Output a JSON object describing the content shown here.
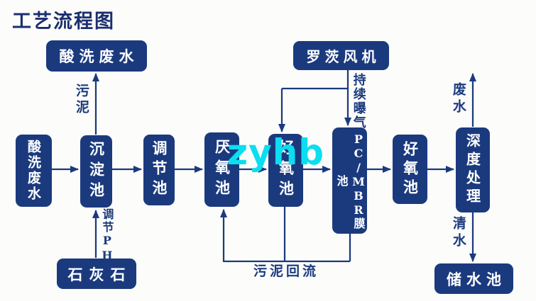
{
  "title": "工艺流程图",
  "watermark": "zyhb",
  "nodes": {
    "acid_wash_top": "酸洗废水",
    "roots_blower": "罗茨风机",
    "acid_wash_left": "酸洗废水",
    "sedimentation": "沉淀池",
    "regulating": "调节池",
    "anaerobic": "厌氧池",
    "aerobic1": "好氧池",
    "pc_mbr": "PC/MBR膜池",
    "aerobic2": "好氧池",
    "advanced_treatment": "深度处理",
    "limestone": "石灰石",
    "storage": "储水池"
  },
  "flow_labels": {
    "sludge": "污泥",
    "adjust_ph": "调节PH",
    "continuous_aeration": "持续曝气",
    "waste_water": "废水",
    "clean_water": "清水",
    "sludge_return": "污泥回流"
  },
  "colors": {
    "node_fill": "#1b3a7e",
    "node_text": "#ffffff",
    "line": "#1b3a7e",
    "title_text": "#1a2f6e",
    "watermark": "#0bdef0",
    "background": "#fcfcfa"
  }
}
